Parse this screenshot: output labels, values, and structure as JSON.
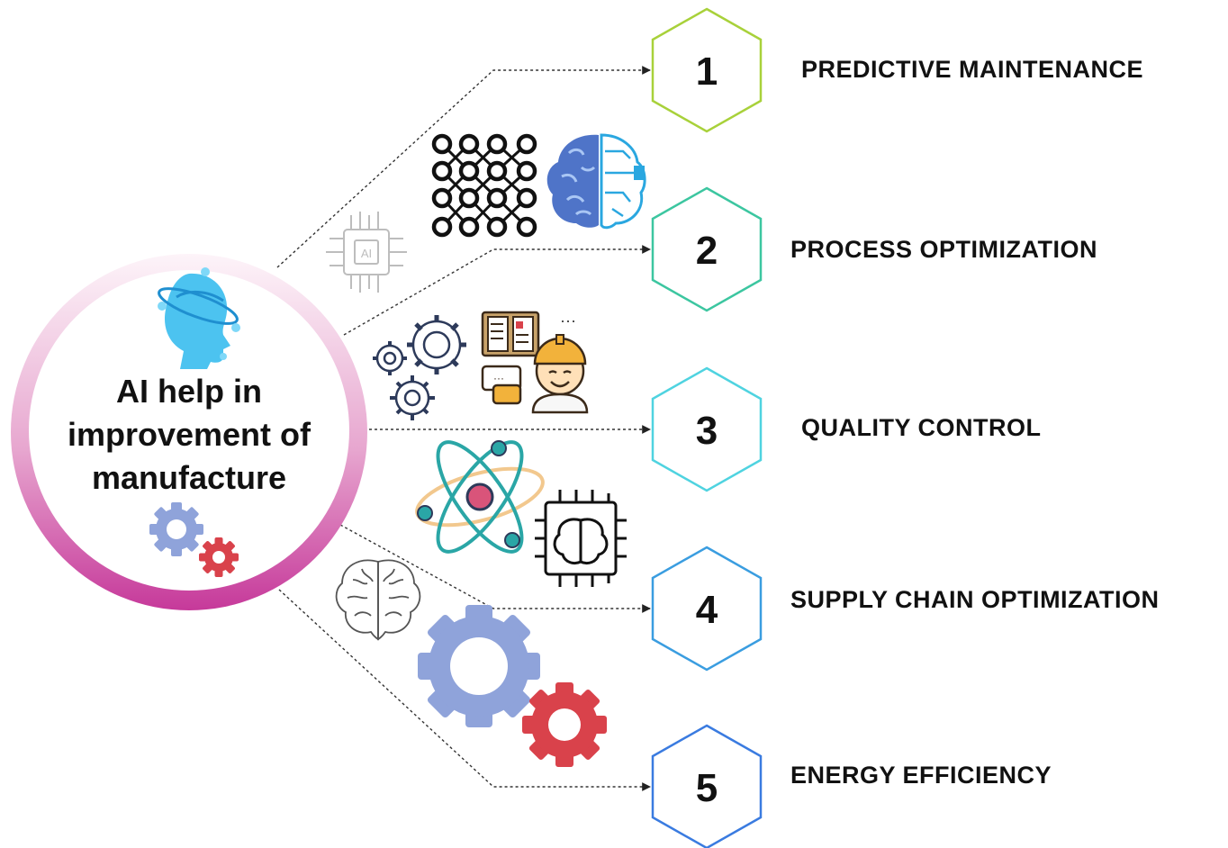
{
  "hub": {
    "title_lines": [
      "AI help in",
      "improvement of",
      "manufacture"
    ]
  },
  "steps": [
    {
      "number": "1",
      "label": "PREDICTIVE MAINTENANCE",
      "color": "#a8d13a"
    },
    {
      "number": "2",
      "label": "PROCESS OPTIMIZATION",
      "color": "#3cc6a0"
    },
    {
      "number": "3",
      "label": "QUALITY CONTROL",
      "color": "#4fd3e0"
    },
    {
      "number": "4",
      "label": "SUPPLY CHAIN OPTIMIZATION",
      "color": "#3a9de0"
    },
    {
      "number": "5",
      "label": "ENERGY EFFICIENCY",
      "color": "#3a7be0"
    }
  ],
  "chip_text": "AI",
  "icons": [
    "ai-head-icon",
    "gears-icon",
    "neural-network-icon",
    "brain-circuit-icon",
    "ai-chip-icon",
    "gears-outline-icon",
    "engineer-idea-icon",
    "atom-icon",
    "brain-chip-icon",
    "brain-outline-icon",
    "large-gears-icon"
  ],
  "colors": {
    "ring_top": "#fbeaf4",
    "ring_bottom": "#c83c9a",
    "gear_blue": "#8fa3da",
    "gear_red": "#d9424b",
    "connector": "#333333"
  }
}
